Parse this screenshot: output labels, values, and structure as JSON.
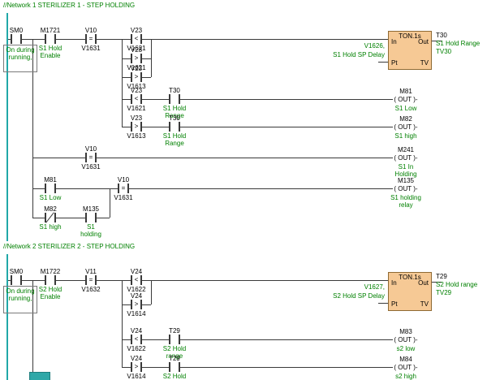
{
  "colors": {
    "background": "#ffffff",
    "comment_green": "#008000",
    "wire": "#3a3a3a",
    "timer_fill": "#f6c995",
    "timer_border": "#8f6a33",
    "margin_teal": "#21a8a8",
    "partial_teal": "#2fa8a8"
  },
  "glyphs": {
    "coil": "( OUT )-",
    "t_in": "In",
    "t_out": "Out",
    "t_pt": "Pt",
    "t_tv": "TV"
  },
  "network1": {
    "header": "//Network 1  STERILIZER 1 - STEP HOLDING",
    "rung_main": {
      "sm0": {
        "name": "SM0",
        "desc": [
          "On during",
          "running,"
        ]
      },
      "enable": {
        "name": "M1721",
        "desc": [
          "S1 Hold",
          "Enable"
        ]
      },
      "cmp": {
        "top": "V10",
        "op": "=",
        "bot": "V1631"
      },
      "branch": [
        {
          "top": "V23",
          "op": "<",
          "bot": "V1621"
        },
        {
          "top": "V23",
          "op": ">",
          "bot": "V1621"
        },
        {
          "top": "V23",
          "op": ">",
          "bot": "V1613"
        }
      ]
    },
    "timer": {
      "title": "TON.1s",
      "out_bit": "T30",
      "out_desc": "S1 Hold Range",
      "tv_desc": "TV30",
      "pt_operand": "V1626,",
      "pt_desc": "S1 Hold SP Delay"
    },
    "rung_low": {
      "cmp": {
        "top": "V23",
        "op": "<",
        "bot": "V1621"
      },
      "tcon": {
        "name": "T30",
        "desc": [
          "S1 Hold",
          "Range"
        ]
      },
      "coil": {
        "name": "M81",
        "desc": [
          "S1 Low"
        ]
      }
    },
    "rung_high": {
      "cmp": {
        "top": "V23",
        "op": ">",
        "bot": "V1613"
      },
      "tcon": {
        "name": "T30",
        "desc": [
          "S1 Hold",
          "Range"
        ]
      },
      "coil": {
        "name": "M82",
        "desc": [
          "S1 high"
        ]
      }
    },
    "rung_inholding": {
      "cmp": {
        "top": "V10",
        "op": "=",
        "bot": "V1631"
      },
      "coil": {
        "name": "M241",
        "desc": [
          "S1 In",
          "Holding"
        ]
      }
    },
    "rung_relay": {
      "m81": {
        "name": "M81",
        "desc": [
          "S1 Low"
        ]
      },
      "cmp": {
        "top": "V10",
        "op": "=",
        "bot": "V1631"
      },
      "coil": {
        "name": "M135",
        "desc": [
          "S1 holding",
          "relay"
        ]
      }
    },
    "rung_relay_branch": {
      "m82_nc": {
        "name": "M82",
        "desc": [
          "S1 high"
        ]
      },
      "m135": {
        "name": "M135",
        "desc": [
          "S1",
          "holding"
        ]
      }
    }
  },
  "network2": {
    "header": "//Network 2  STERILIZER 2 - STEP HOLDING",
    "rung_main": {
      "sm0": {
        "name": "SM0",
        "desc": [
          "On during",
          "running,"
        ]
      },
      "enable": {
        "name": "M1722",
        "desc": [
          "S2 Hold",
          "Enable"
        ]
      },
      "cmp": {
        "top": "V11",
        "op": "=",
        "bot": "V1632"
      },
      "branch": [
        {
          "top": "V24",
          "op": "<",
          "bot": "V1622"
        },
        {
          "top": "V24",
          "op": ">",
          "bot": "V1614"
        }
      ]
    },
    "timer": {
      "title": "TON.1s",
      "out_bit": "T29",
      "out_desc": "S2 Hold range",
      "tv_desc": "TV29",
      "pt_operand": "V1627,",
      "pt_desc": "S2 Hold SP Delay"
    },
    "rung_low": {
      "cmp": {
        "top": "V24",
        "op": "<",
        "bot": "V1622"
      },
      "tcon": {
        "name": "T29",
        "desc": [
          "S2 Hold",
          "range"
        ]
      },
      "coil": {
        "name": "M83",
        "desc": [
          "s2 low"
        ]
      }
    },
    "rung_high": {
      "cmp": {
        "top": "V24",
        "op": ">",
        "bot": "V1614"
      },
      "tcon": {
        "name": "T29",
        "desc": [
          "S2 Hold"
        ]
      },
      "coil": {
        "name": "M84",
        "desc": [
          "s2 high"
        ]
      }
    }
  }
}
